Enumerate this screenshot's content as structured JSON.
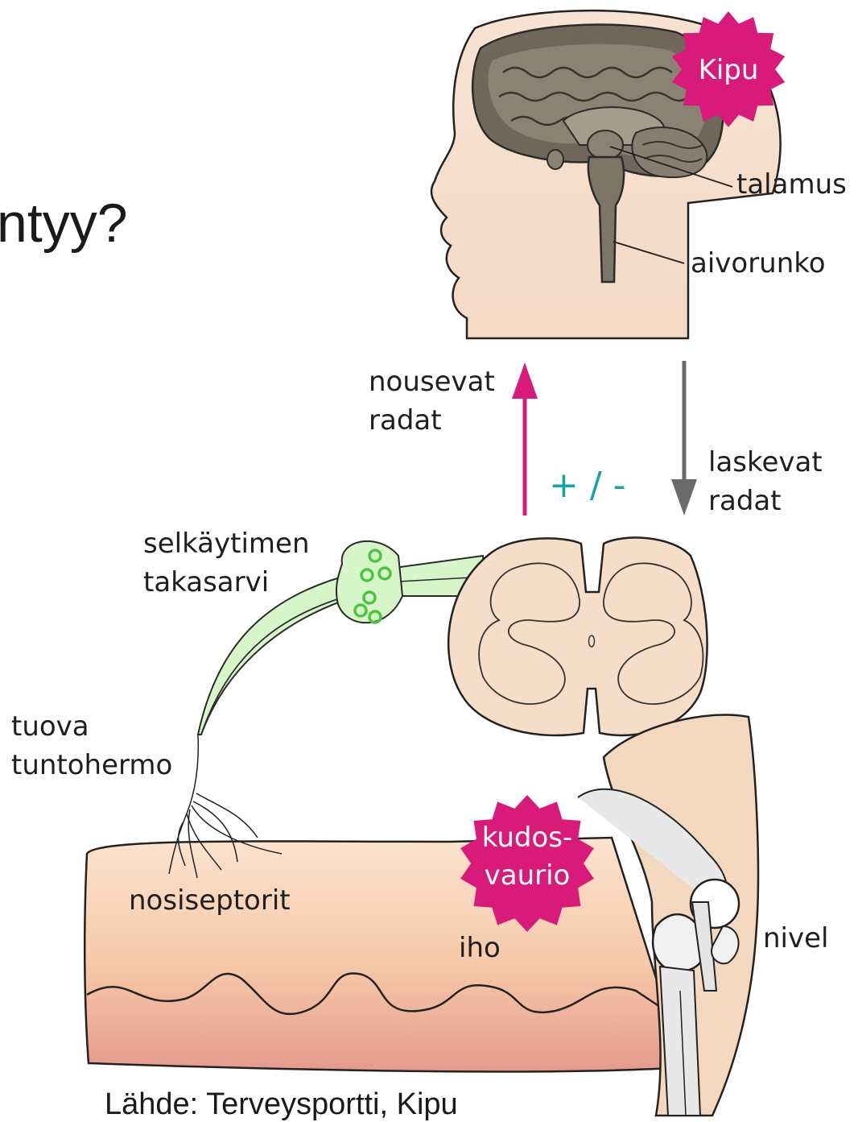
{
  "title_fragment": "ntyy?",
  "source": "Lähde: Terveysportti, Kipu",
  "labels": {
    "kipu": "Kipu",
    "talamus": "talamus",
    "aivorunko": "aivorunko",
    "nousevat_1": "nousevat",
    "nousevat_2": "radat",
    "laskevat_1": "laskevat",
    "laskevat_2": "radat",
    "modulation": "+ / -",
    "selkaytimen_1": "selkäytimen",
    "selkaytimen_2": "takasarvi",
    "tuova_1": "tuova",
    "tuova_2": "tuntohermo",
    "kudos_1": "kudos-",
    "kudos_2": "vaurio",
    "nosiseptorit": "nosiseptorit",
    "iho": "iho",
    "nivel": "nivel"
  },
  "colors": {
    "pain_magenta": "#d81b7b",
    "descending_gray": "#6b6b6b",
    "modulation_teal": "#16a3a3",
    "ganglion_green": "#d6f5c9",
    "skin_top": "#fbe3cf",
    "skin_bottom": "#e59a8c"
  }
}
